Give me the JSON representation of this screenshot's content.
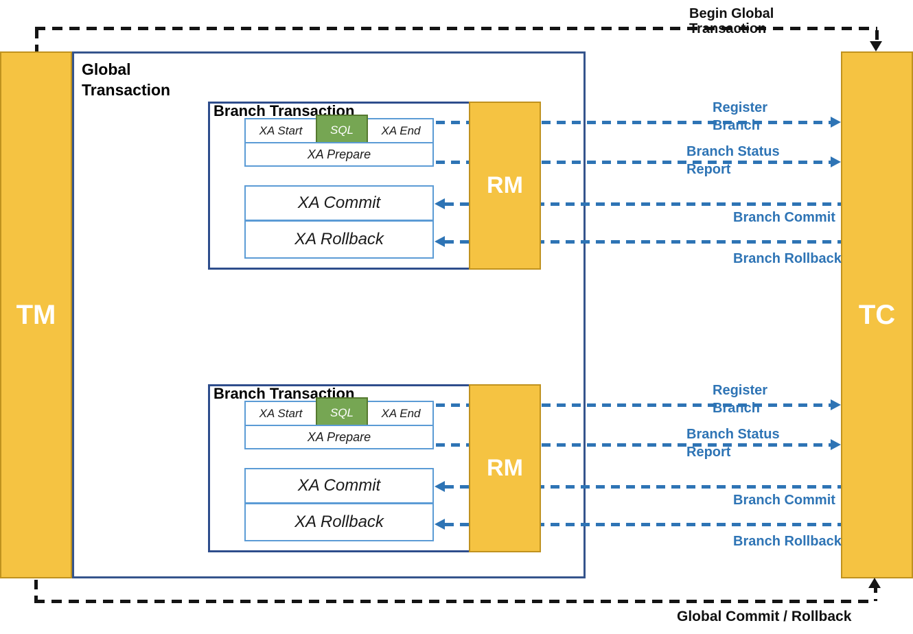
{
  "diagram": {
    "tm_label": "TM",
    "tc_label": "TC",
    "global_box": {
      "title": "Global Transaction"
    },
    "tm_tc_messages": {
      "begin": "Begin Global Transaction",
      "commit": "Global Commit / Rollback"
    },
    "branches": [
      {
        "title": "Branch Transaction",
        "rm_label": "RM",
        "steps": {
          "start": "XA Start",
          "sql": "SQL",
          "end": "XA End",
          "prepare": "XA Prepare",
          "commit": "XA Commit",
          "rollback": "XA Rollback"
        },
        "messages": {
          "register": "Register Branch",
          "status": "Branch Status Report",
          "commit": "Branch Commit",
          "rollback": "Branch Rollback"
        }
      },
      {
        "title": "Branch Transaction",
        "rm_label": "RM",
        "steps": {
          "start": "XA Start",
          "sql": "SQL",
          "end": "XA End",
          "prepare": "XA Prepare",
          "commit": "XA Commit",
          "rollback": "XA Rollback"
        },
        "messages": {
          "register": "Register Branch",
          "status": "Branch Status Report",
          "commit": "Branch Commit",
          "rollback": "Branch Rollback"
        }
      }
    ],
    "colors": {
      "actor_fill": "#F5C342",
      "actor_border": "#C0921E",
      "sql_fill": "#76A653",
      "sql_border": "#55792F",
      "step_border": "#5B9BD5",
      "branch_border": "#2E4D8C",
      "global_border": "#35548C",
      "message_blue": "#2E74B5",
      "tm_route_black": "#141414"
    }
  }
}
